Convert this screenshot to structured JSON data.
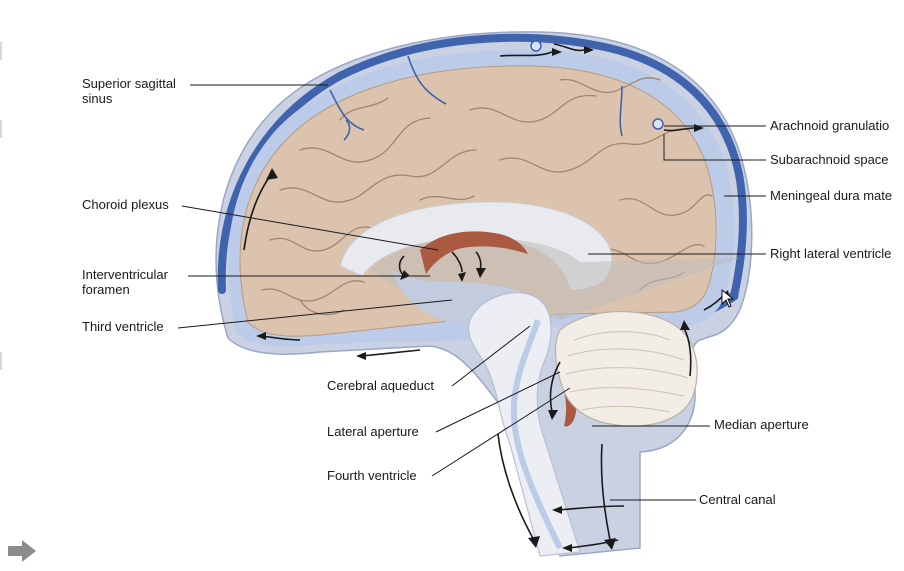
{
  "labels": {
    "superior_sagittal_sinus": [
      "Superior sagittal",
      "sinus"
    ],
    "choroid_plexus": "Choroid plexus",
    "interventricular_foramen": [
      "Interventricular",
      "foramen"
    ],
    "third_ventricle": "Third ventricle",
    "cerebral_aqueduct": "Cerebral aqueduct",
    "lateral_aperture": "Lateral aperture",
    "fourth_ventricle": "Fourth ventricle",
    "arachnoid_granulation": "Arachnoid granulatio",
    "subarachnoid_space": "Subarachnoid space",
    "meningeal_dura_mater": "Meningeal dura mate",
    "right_lateral_ventricle": "Right lateral ventricle",
    "median_aperture": "Median aperture",
    "central_canal": "Central canal"
  },
  "icons": {
    "next": "arrow-right-icon",
    "cursor": "mouse-pointer-icon"
  },
  "colors": {
    "dura": "#c9d1e3",
    "sinus": "#3f64ad",
    "csf": "#bccbe8",
    "brain": "#dcc3ad",
    "gyri_line": "#a38670",
    "choroid": "#a95a41",
    "cerebellum": "#f2ede6",
    "brainstem": "#eceef3",
    "ventricle_shade": "#bfbcba"
  }
}
